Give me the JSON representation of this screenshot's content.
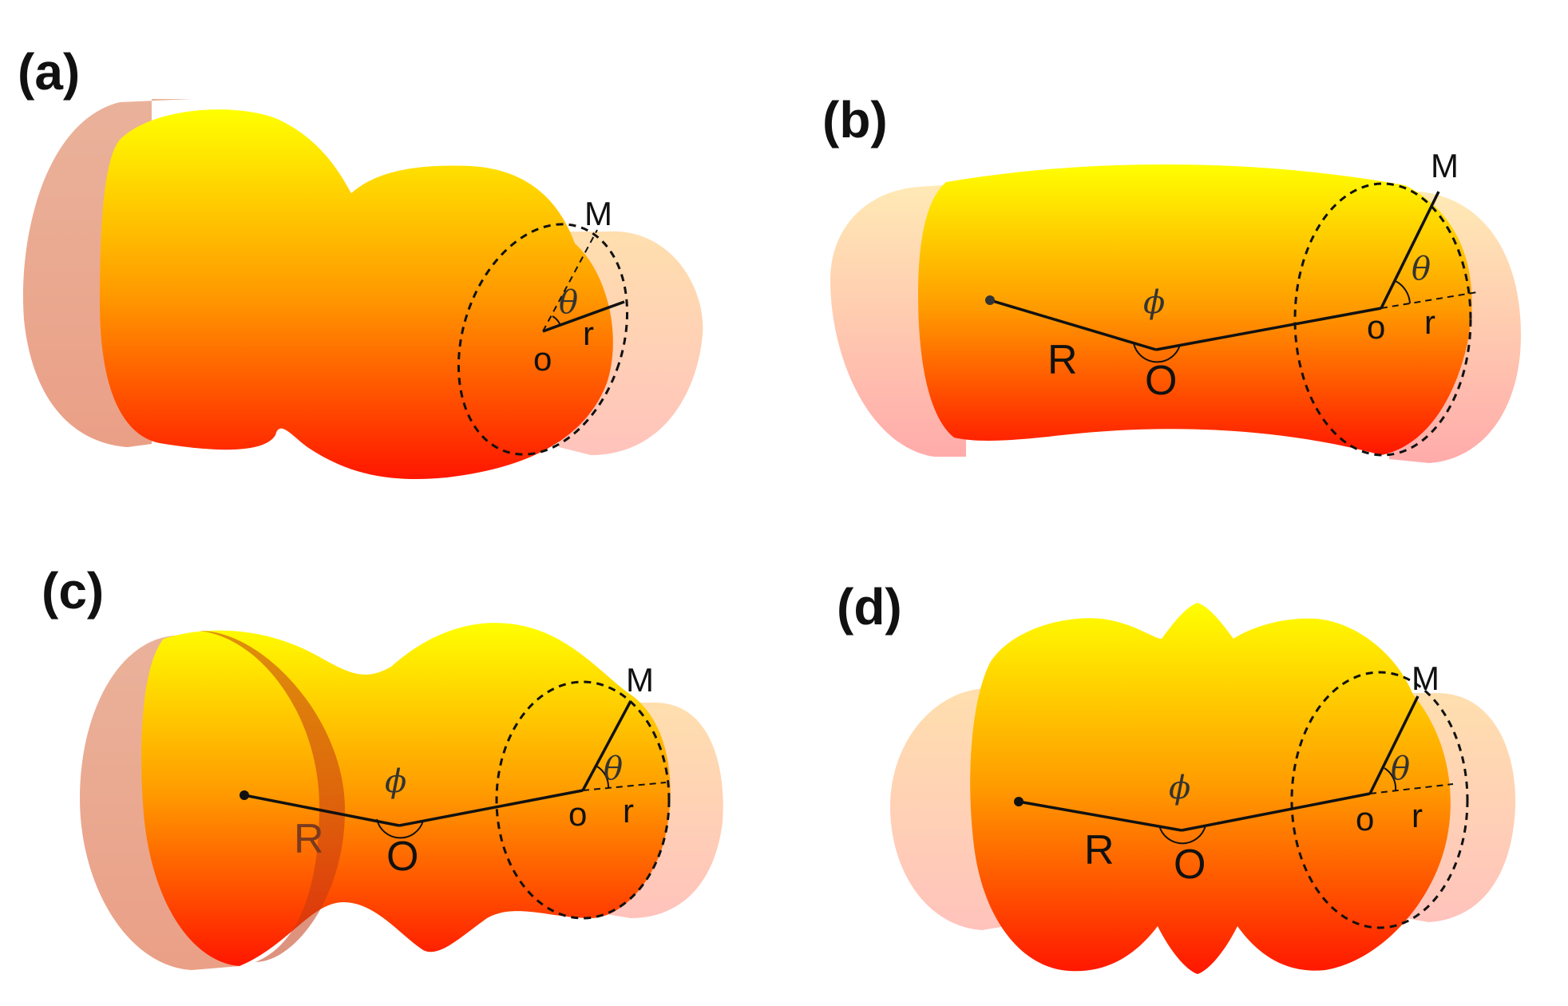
{
  "panels": {
    "a": {
      "letter": "(a)",
      "M": "M",
      "theta": "θ",
      "o": "o",
      "r": "r"
    },
    "b": {
      "letter": "(b)",
      "M": "M",
      "theta": "θ",
      "phi": "ϕ",
      "o": "o",
      "r": "r",
      "R": "R",
      "O": "O"
    },
    "c": {
      "letter": "(c)",
      "M": "M",
      "theta": "θ",
      "phi": "ϕ",
      "o": "o",
      "r": "r",
      "R": "R",
      "O": "O"
    },
    "d": {
      "letter": "(d)",
      "M": "M",
      "theta": "θ",
      "phi": "ϕ",
      "o": "o",
      "r": "r",
      "R": "R",
      "O": "O"
    }
  },
  "colors": {
    "surface_top": "#ffff00",
    "surface_mid": "#ff9900",
    "surface_bottom": "#ff1a00",
    "cap_left": "#e9a38a",
    "cap_right": "#ffc7b0"
  }
}
